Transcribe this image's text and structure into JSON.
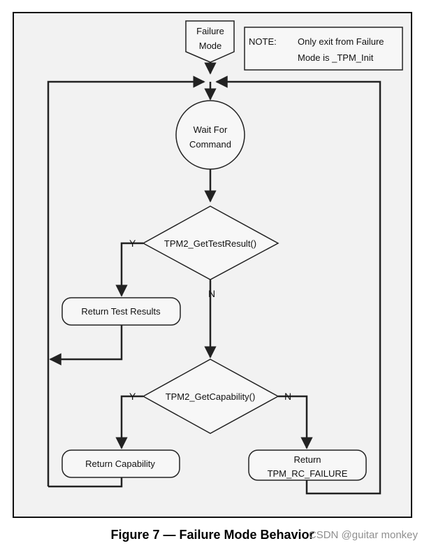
{
  "diagram": {
    "entry": {
      "line1": "Failure",
      "line2": "Mode"
    },
    "note": {
      "label": "NOTE:",
      "line1": "Only exit from Failure",
      "line2": "Mode is _TPM_Init"
    },
    "wait_state": {
      "line1": "Wait For",
      "line2": "Command"
    },
    "decision_test_result": {
      "label": "TPM2_GetTestResult()",
      "yes": "Y",
      "no": "N"
    },
    "return_test_results": {
      "label": "Return Test Results"
    },
    "decision_capability": {
      "label": "TPM2_GetCapability()",
      "yes": "Y",
      "no": "N"
    },
    "return_capability": {
      "label": "Return Capability"
    },
    "return_failure": {
      "line1": "Return",
      "line2": "TPM_RC_FAILURE"
    }
  },
  "caption": "Figure 7 — Failure Mode Behavior",
  "watermark": "CSDN @guitar monkey",
  "colors": {
    "panel": "#f2f2f2",
    "shape_fill": "#f7f7f7",
    "stroke": "#222222",
    "arrow": "#222222"
  }
}
